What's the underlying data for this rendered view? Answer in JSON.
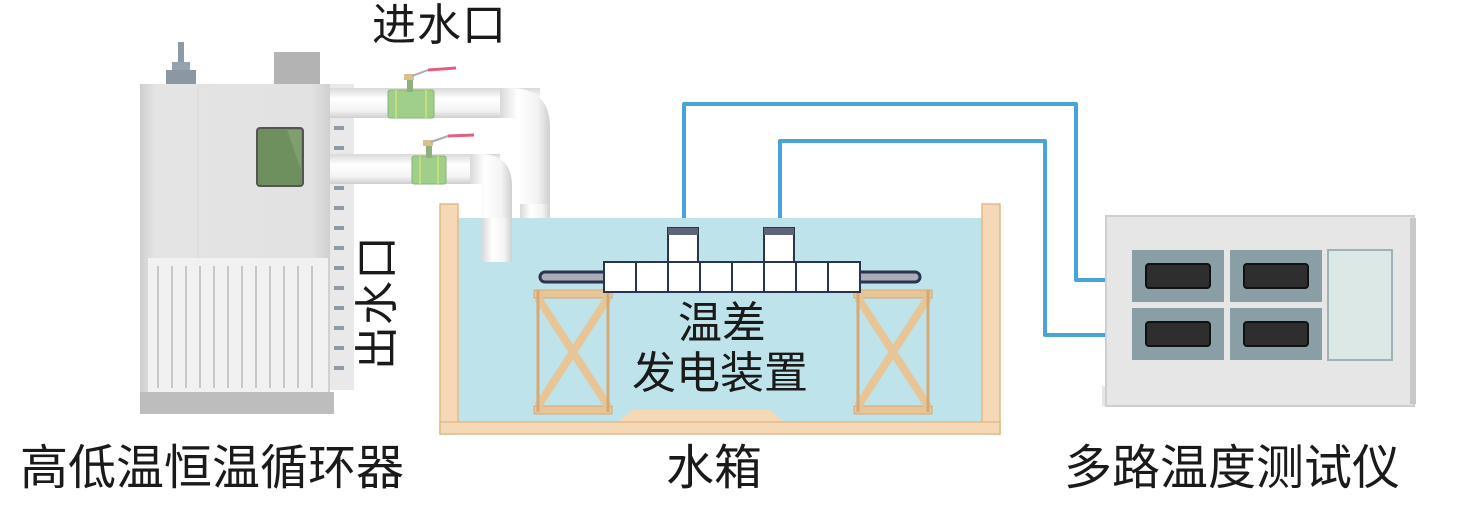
{
  "labels": {
    "inlet": "进水口",
    "outlet": "出水口",
    "teg_line1": "温差",
    "teg_line2": "发电装置",
    "circulator": "高低温恒温循环器",
    "tank": "水箱",
    "meter": "多路温度测试仪"
  },
  "colors": {
    "water": "#bfe3ea",
    "tank_wall": "#f5d9b6",
    "tank_wall_border": "#e3b98a",
    "cable": "#4aa3d6",
    "device_body": "#e6e6e6",
    "display": "#6e8f5e",
    "valve": "#9fcf8a",
    "valve_handle": "#e0607e",
    "panel": "#8a9ea6",
    "slot": "#2e2e2e",
    "screen": "#dbe8e6",
    "module_border": "#2a3350"
  },
  "components": {
    "meter_channels": 4,
    "teg_modules": 8
  }
}
